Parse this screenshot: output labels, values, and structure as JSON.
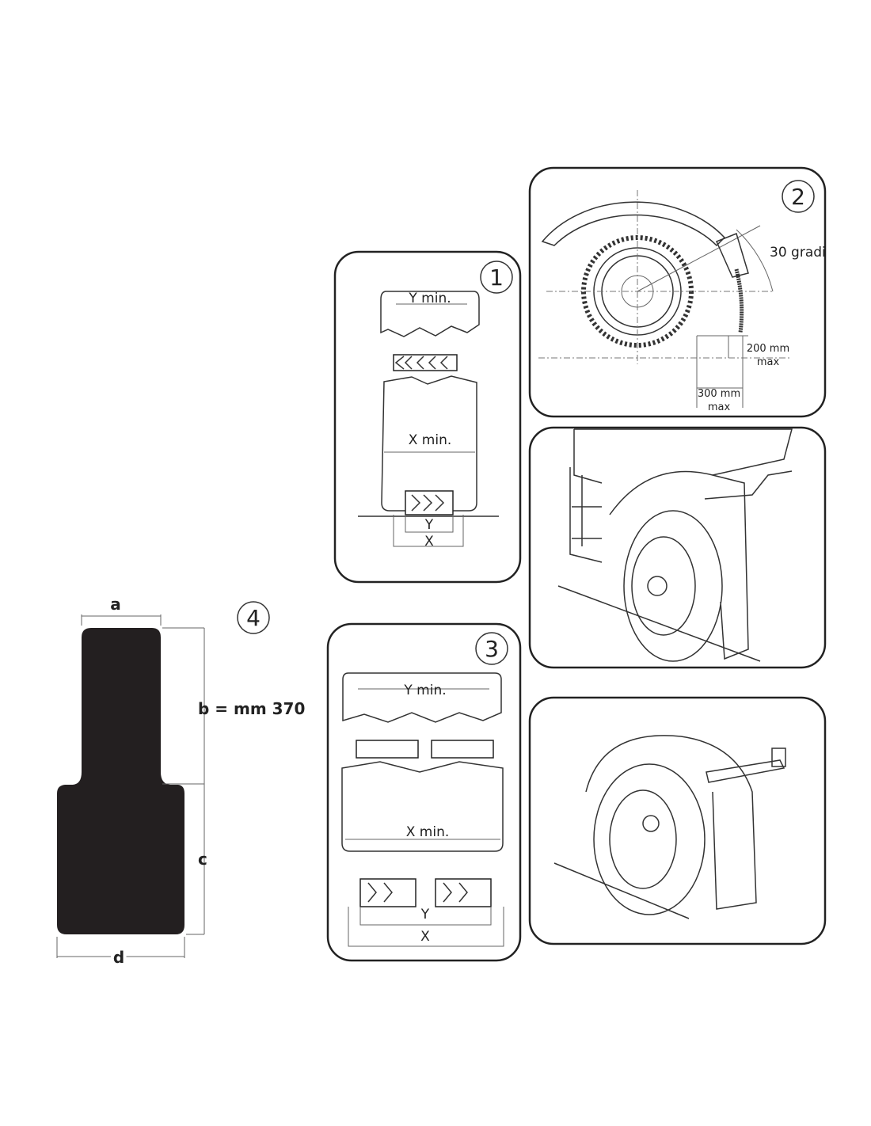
{
  "colors": {
    "flap": "#231f20",
    "line": "#222222"
  },
  "panel1": {
    "number": "1",
    "y_min": "Y min.",
    "x_min": "X min.",
    "y": "Y",
    "x": "X"
  },
  "panel2": {
    "number": "2",
    "angle": "30 gradi",
    "dim1_value": "200 mm",
    "dim1_note": "max",
    "dim2_value": "300 mm",
    "dim2_note": "max"
  },
  "panel3": {
    "number": "3",
    "y_min": "Y min.",
    "x_min": "X min.",
    "y": "Y",
    "x": "X"
  },
  "panel4": {
    "number": "4",
    "a": "a",
    "b": "b = mm 370",
    "c": "c",
    "d": "d"
  }
}
